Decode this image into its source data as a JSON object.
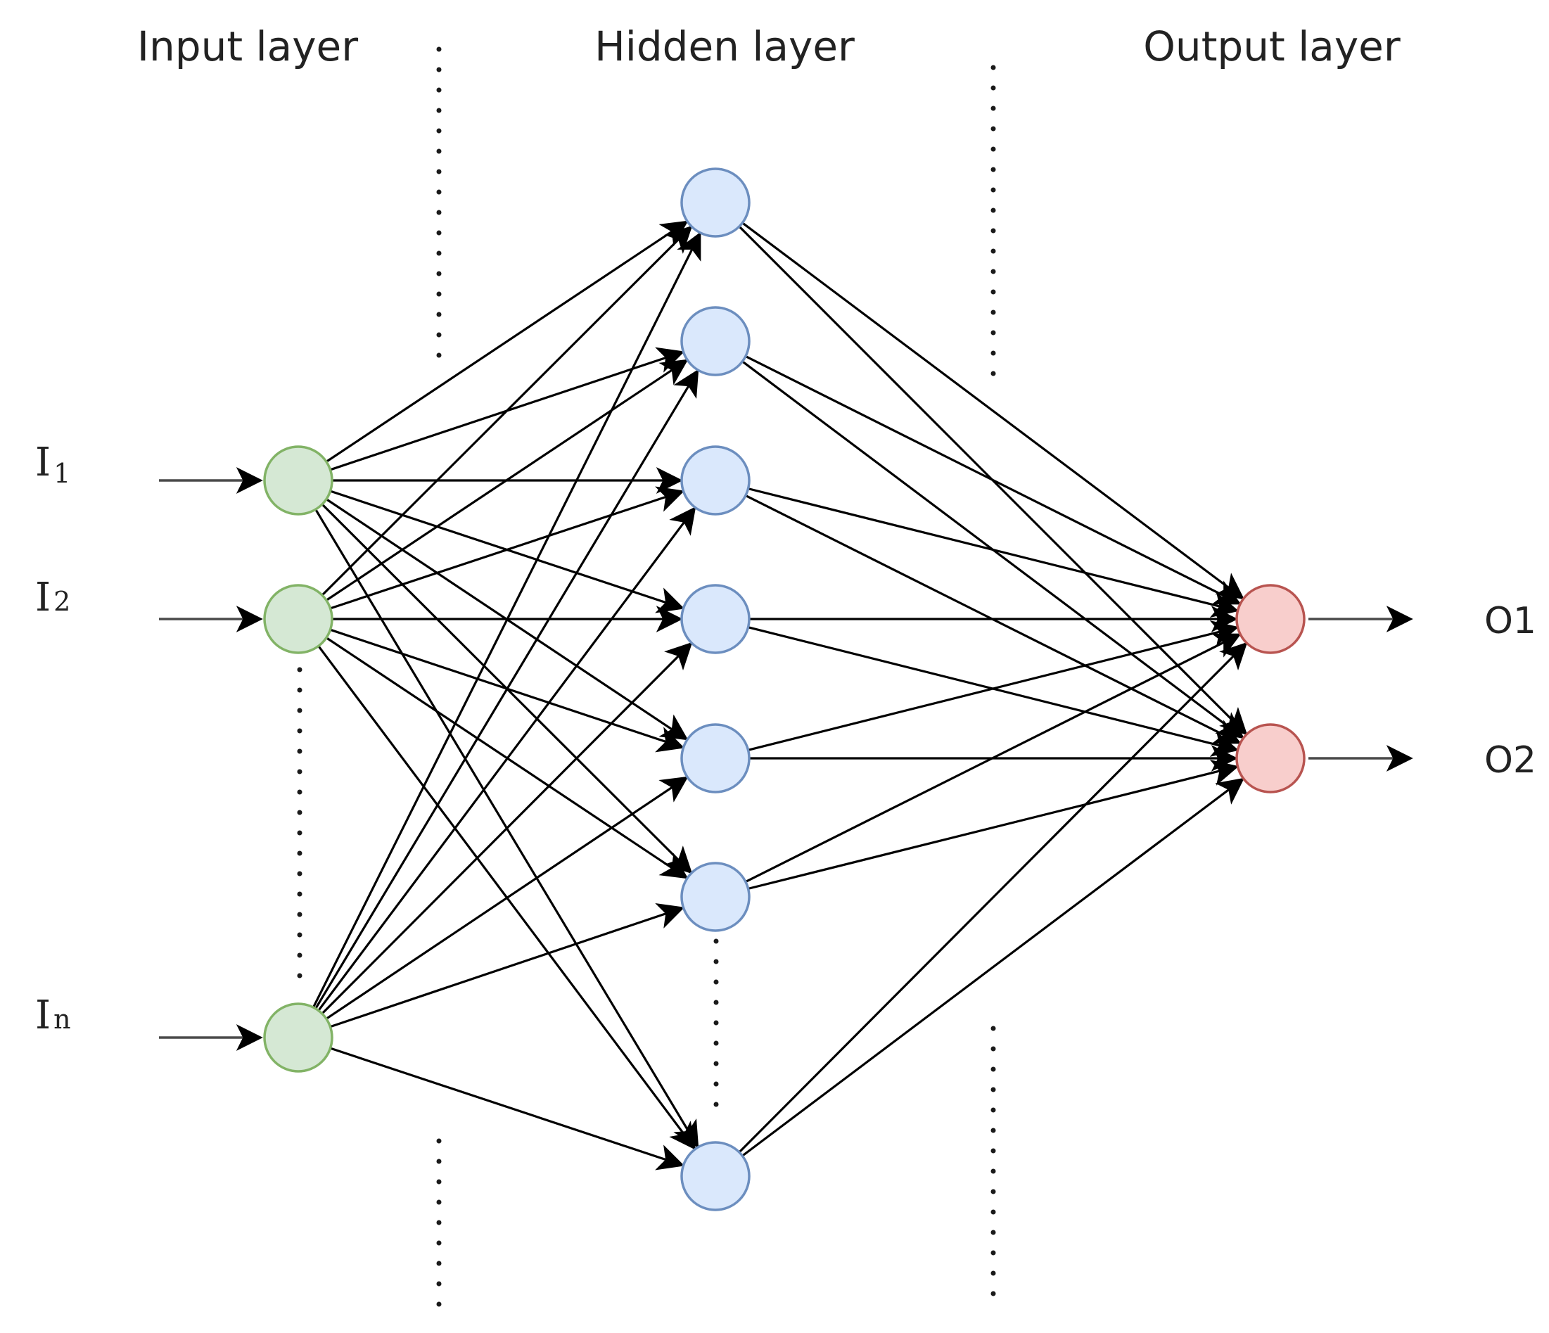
{
  "layers": {
    "input_title": "Input layer",
    "hidden_title": "Hidden layer",
    "output_title": "Output layer"
  },
  "inputs": [
    {
      "label": "I",
      "sub": "1"
    },
    {
      "label": "I",
      "sub": "2"
    },
    {
      "label": "I",
      "sub": "n"
    }
  ],
  "outputs": [
    {
      "label": "O1"
    },
    {
      "label": "O2"
    }
  ],
  "hidden_node_count": 7,
  "colors": {
    "input_fill": "#d5e8d4",
    "input_stroke": "#82b366",
    "hidden_fill": "#dae8fc",
    "hidden_stroke": "#6c8ebf",
    "output_fill": "#f8cecc",
    "output_stroke": "#b85450",
    "edge": "#000000"
  }
}
